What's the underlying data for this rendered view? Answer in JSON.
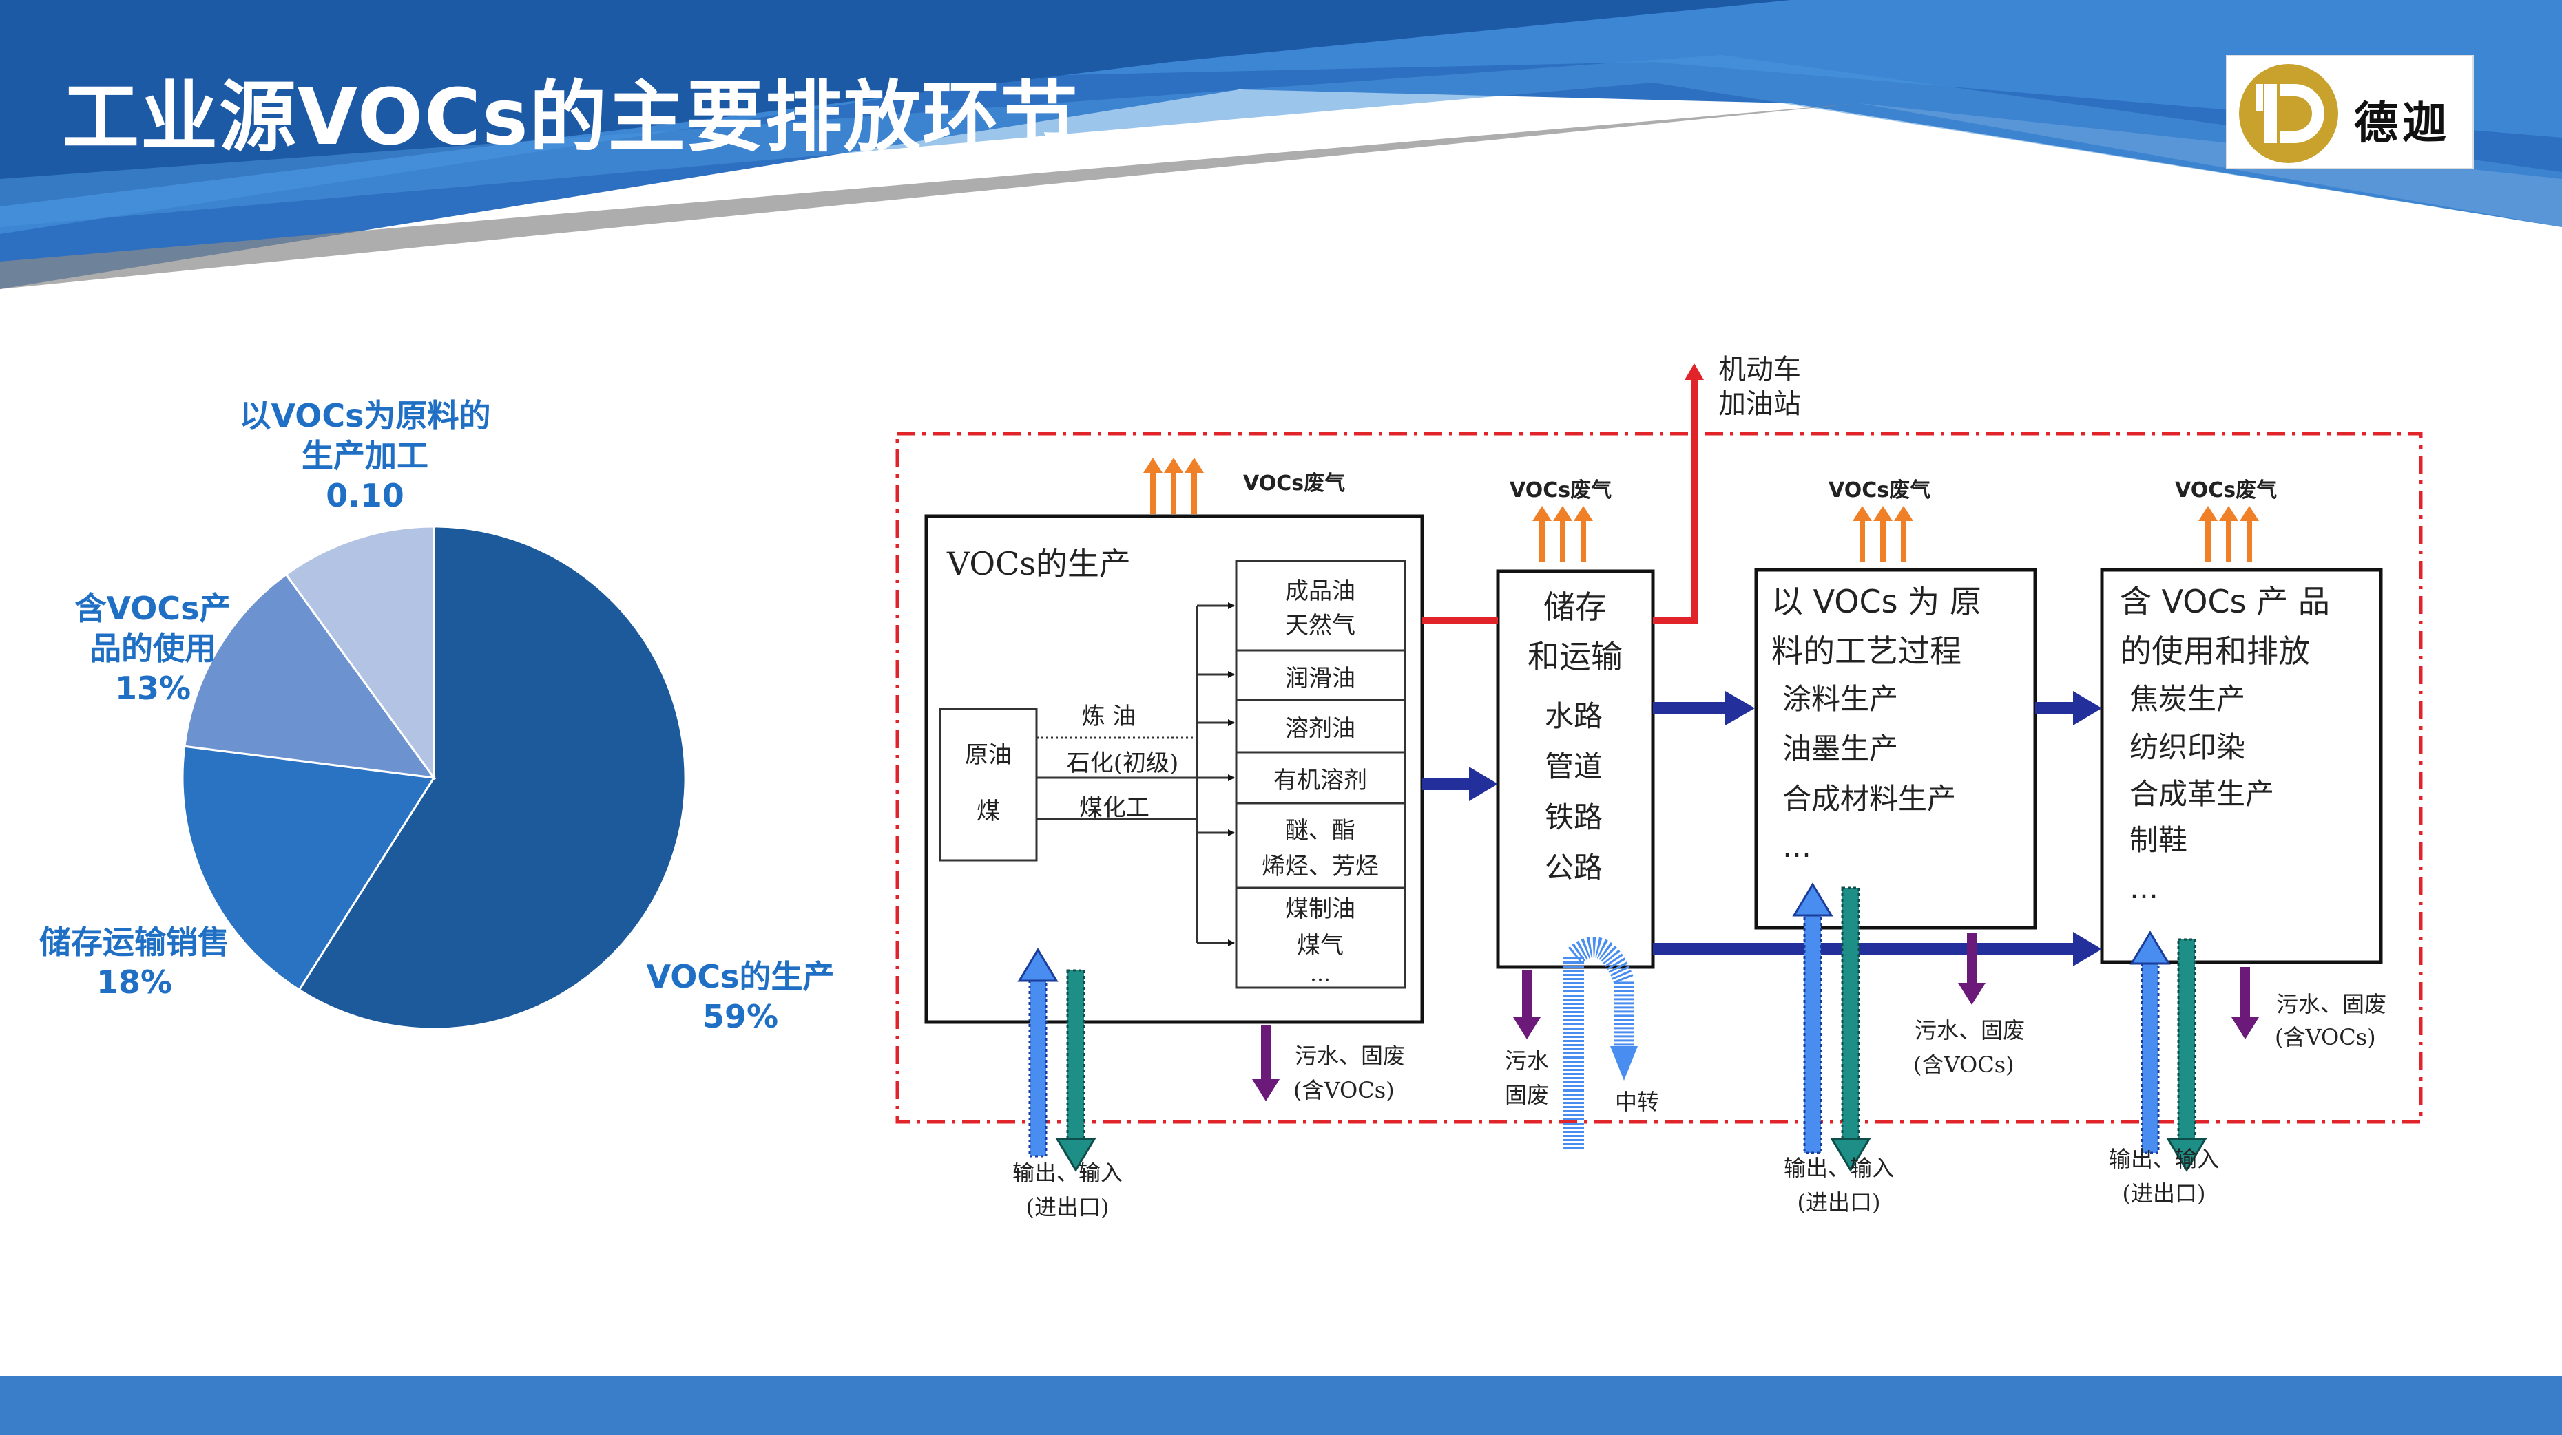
{
  "header": {
    "title": "工业源VOCs的主要排放环节",
    "logo_text": "德迦"
  },
  "chart_data": {
    "type": "pie",
    "categories": [
      "VOCs的生产",
      "储存运输销售",
      "含VOCs产品的使用",
      "以VOCs为原料的生产加工"
    ],
    "values": [
      0.59,
      0.18,
      0.13,
      0.1
    ],
    "labels": [
      {
        "name": [
          "VOCs的生产"
        ],
        "value": "59%"
      },
      {
        "name": [
          "储存运输销售"
        ],
        "value": "18%"
      },
      {
        "name": [
          "含VOCs产",
          "品的使用"
        ],
        "value": "13%"
      },
      {
        "name": [
          "以VOCs为原料的",
          "生产加工"
        ],
        "value": "0.10"
      }
    ],
    "colors": [
      "#1c5a9c",
      "#2a72c2",
      "#6c93cf",
      "#b3c3e3"
    ]
  },
  "diagram": {
    "top_exit": [
      "机动车",
      "加油站"
    ],
    "voc_gas": "VOCs废气",
    "production": {
      "title": "VOCs的生产",
      "raw": [
        "原油",
        "煤"
      ],
      "processes": [
        "炼 油",
        "石化(初级)",
        "煤化工"
      ],
      "products": [
        [
          "成品油",
          "天然气"
        ],
        [
          "润滑油"
        ],
        [
          "溶剂油"
        ],
        [
          "有机溶剂"
        ],
        [
          "醚、酯",
          "烯烃、芳烃"
        ],
        [
          "煤制油",
          "煤气",
          "…"
        ]
      ],
      "waste": [
        "污水、固废",
        "(含VOCs)"
      ]
    },
    "storage": {
      "title": [
        "储存",
        "和运输"
      ],
      "items": [
        "水路",
        "管道",
        "铁路",
        "公路"
      ],
      "waste": [
        "污水",
        "固废"
      ],
      "transfer": "中转"
    },
    "raw_material": {
      "title": [
        "以 VOCs 为 原",
        "料的工艺过程"
      ],
      "items": [
        "涂料生产",
        "油墨生产",
        "合成材料生产",
        "…"
      ],
      "waste": [
        "污水、固废",
        "(含VOCs)"
      ]
    },
    "usage": {
      "title": [
        "含 VOCs 产 品",
        "的使用和排放"
      ],
      "items": [
        "焦炭生产",
        "纺织印染",
        "合成革生产",
        "制鞋",
        "…"
      ],
      "waste": [
        "污水、固废",
        "(含VOCs)"
      ]
    },
    "io_labels": [
      [
        "输出、输入",
        "(进出口)"
      ],
      [
        "输出、输入",
        "(进出口)"
      ],
      [
        "输出、输入",
        "(进出口)"
      ]
    ]
  }
}
